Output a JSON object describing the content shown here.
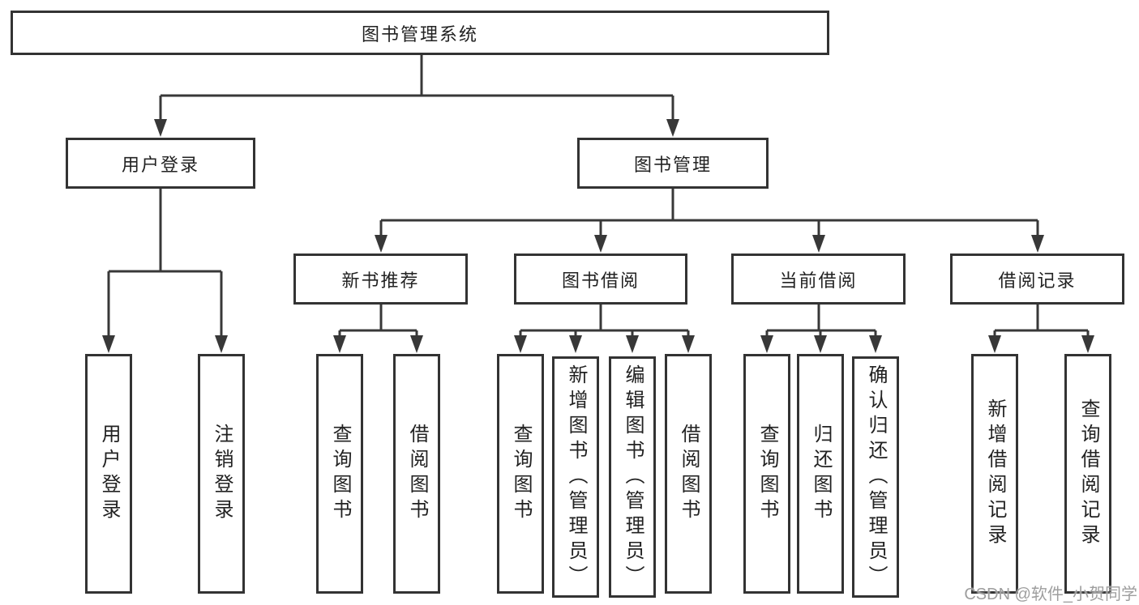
{
  "diagram": {
    "root": {
      "label": "图书管理系统"
    },
    "level2": [
      {
        "label": "用户登录"
      },
      {
        "label": "图书管理"
      }
    ],
    "level3": [
      {
        "label": "新书推荐"
      },
      {
        "label": "图书借阅"
      },
      {
        "label": "当前借阅"
      },
      {
        "label": "借阅记录"
      }
    ],
    "leaves": {
      "user_login": [
        "用户登录",
        "注销登录"
      ],
      "new_book_recommend": [
        "查询图书",
        "借阅图书"
      ],
      "book_borrow": [
        "查询图书",
        "新增图书（管理员）",
        "编辑图书（管理员）",
        "借阅图书"
      ],
      "current_borrow": [
        "查询图书",
        "归还图书",
        "确认归还（管理员）"
      ],
      "borrow_records": [
        "新增借阅记录",
        "查询借阅记录"
      ]
    }
  },
  "watermark": {
    "text": "CSDN @软件_小贺同学"
  },
  "colors": {
    "line": "#383838",
    "border": "#333333",
    "text": "#222222",
    "watermark": "#9e9e9e",
    "background": "#ffffff"
  }
}
